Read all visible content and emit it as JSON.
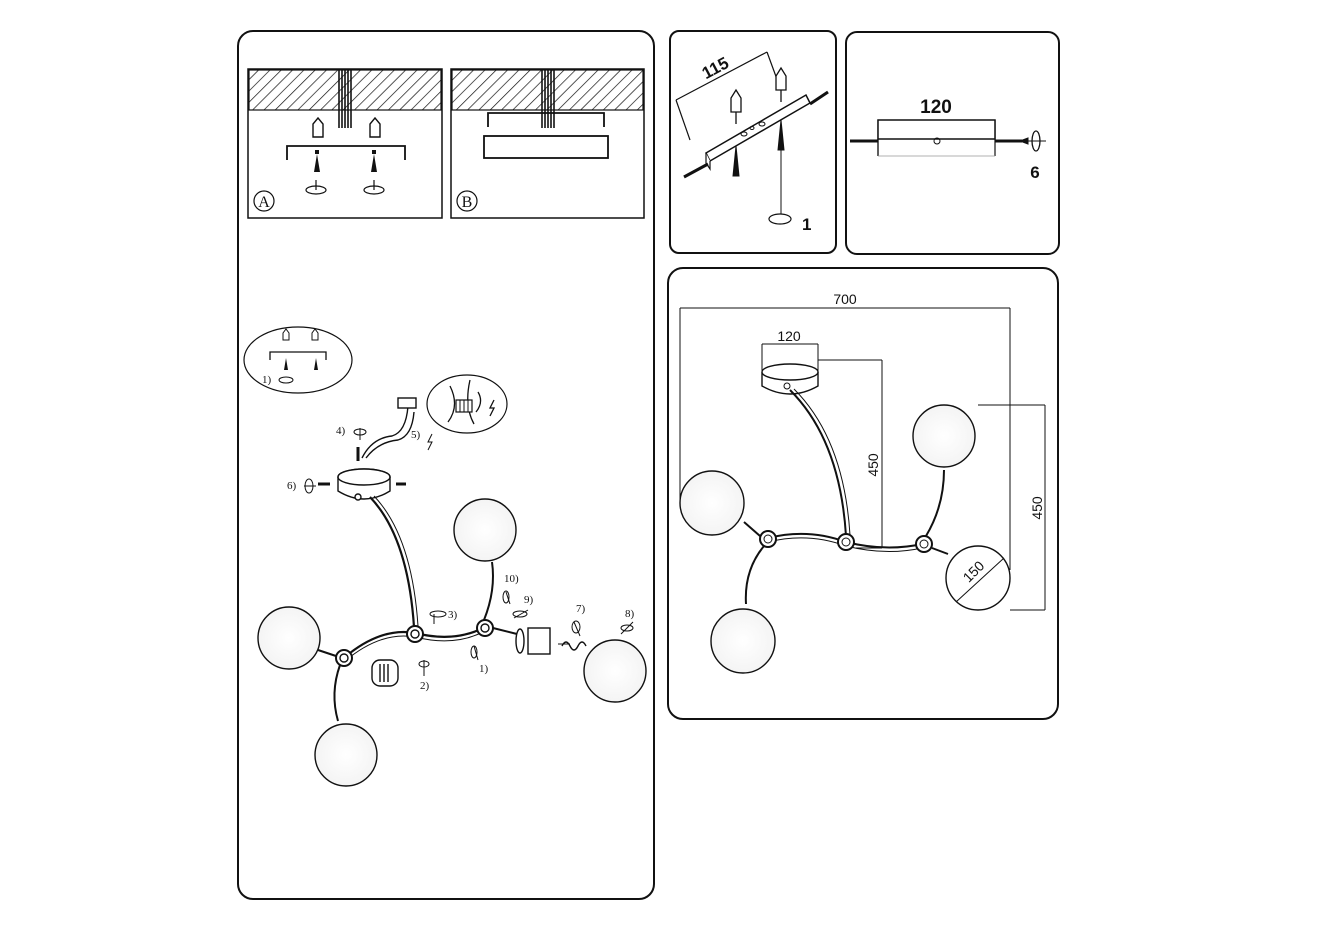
{
  "install": {
    "step_a": "A",
    "step_b": "B",
    "inset_step": "1)",
    "callouts": [
      "1)",
      "2)",
      "3)",
      "4)",
      "5)",
      "6)",
      "7)",
      "8)",
      "9)",
      "10)"
    ]
  },
  "bracket": {
    "hole_spacing": "115",
    "screw_qty": "1"
  },
  "canopy": {
    "width": "120",
    "screw_qty": "6"
  },
  "dimensions": {
    "overall_width": "700",
    "canopy_diameter": "120",
    "drop_height": "450",
    "globe_height": "450",
    "globe_diameter": "150"
  }
}
